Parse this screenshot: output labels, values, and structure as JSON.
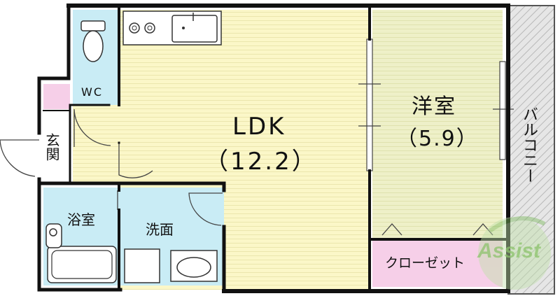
{
  "rooms": {
    "ldk": {
      "name": "LDK",
      "area": "（12.2）"
    },
    "western": {
      "name": "洋室",
      "area": "（5.9）"
    },
    "wc": {
      "name": "WC"
    },
    "entrance": {
      "name": "玄関"
    },
    "bath": {
      "name": "浴室"
    },
    "washroom": {
      "name": "洗面"
    },
    "closet": {
      "name": "クローゼット"
    },
    "balcony": {
      "name": "バルコニー"
    }
  },
  "watermark": {
    "text": "Assist"
  },
  "colors": {
    "ldk": "#fbf7c8",
    "western": "#eef0c8",
    "water_rooms": "#c9ecf5",
    "closet": "#f6cfe8",
    "balcony": "#d9d9d9",
    "wall": "#111111"
  }
}
